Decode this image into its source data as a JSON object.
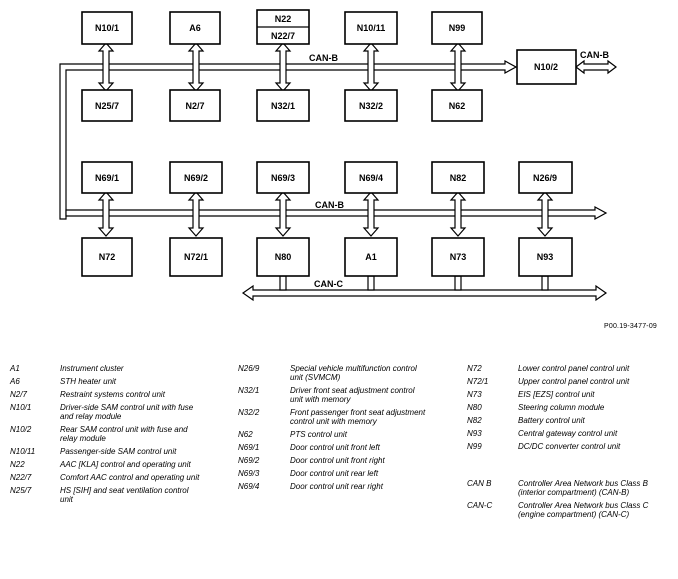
{
  "diagram": {
    "boxes": {
      "n10_1": "N10/1",
      "a6": "A6",
      "n22": "N22",
      "n22_7": "N22/7",
      "n10_11": "N10/11",
      "n99": "N99",
      "n10_2": "N10/2",
      "n25_7": "N25/7",
      "n2_7": "N2/7",
      "n32_1": "N32/1",
      "n32_2": "N32/2",
      "n62": "N62",
      "n69_1": "N69/1",
      "n69_2": "N69/2",
      "n69_3": "N69/3",
      "n69_4": "N69/4",
      "n82": "N82",
      "n26_9": "N26/9",
      "n72": "N72",
      "n72_1": "N72/1",
      "n80": "N80",
      "a1": "A1",
      "n73": "N73",
      "n93": "N93"
    },
    "bus_labels": {
      "canb_top": "CAN-B",
      "canb_right": "CAN-B",
      "canb_mid": "CAN-B",
      "canc": "CAN-C"
    }
  },
  "reference": "P00.19-3477-09",
  "legend": {
    "col1": [
      {
        "code": "A1",
        "desc": "Instrument cluster"
      },
      {
        "code": "A6",
        "desc": "STH heater unit"
      },
      {
        "code": "N2/7",
        "desc": "Restraint systems control unit"
      },
      {
        "code": "N10/1",
        "desc": "Driver-side SAM control unit with fuse and relay module"
      },
      {
        "code": "N10/2",
        "desc": "Rear SAM control unit with fuse and relay module"
      },
      {
        "code": "N10/11",
        "desc": "Passenger-side SAM control unit"
      },
      {
        "code": "N22",
        "desc": "AAC [KLA] control and operating unit"
      },
      {
        "code": "N22/7",
        "desc": "Comfort AAC control and operating unit"
      },
      {
        "code": "N25/7",
        "desc": "HS [SIH] and seat ventilation control unit"
      }
    ],
    "col2": [
      {
        "code": "N26/9",
        "desc": "Special vehicle multifunction control unit (SVMCM)"
      },
      {
        "code": "N32/1",
        "desc": "Driver front seat adjustment control unit with memory"
      },
      {
        "code": "N32/2",
        "desc": "Front passenger front seat adjustment control unit with memory"
      },
      {
        "code": "N62",
        "desc": "PTS control unit"
      },
      {
        "code": "N69/1",
        "desc": "Door control unit front left"
      },
      {
        "code": "N69/2",
        "desc": "Door control unit front right"
      },
      {
        "code": "N69/3",
        "desc": "Door control unit rear left"
      },
      {
        "code": "N69/4",
        "desc": "Door control unit rear right"
      }
    ],
    "col3": [
      {
        "code": "N72",
        "desc": "Lower control panel control unit"
      },
      {
        "code": "N72/1",
        "desc": "Upper control panel control unit"
      },
      {
        "code": "N73",
        "desc": "EIS [EZS] control unit"
      },
      {
        "code": "N80",
        "desc": "Steering column module"
      },
      {
        "code": "N82",
        "desc": "Battery control unit"
      },
      {
        "code": "N93",
        "desc": "Central gateway control unit"
      },
      {
        "code": "N99",
        "desc": "DC/DC converter control unit"
      }
    ],
    "col3_bus": [
      {
        "code": "CAN B",
        "desc": "Controller Area Network bus Class B (interior compartment) (CAN-B)"
      },
      {
        "code": "CAN-C",
        "desc": "Controller Area Network bus Class C (engine compartment) (CAN-C)"
      }
    ]
  }
}
